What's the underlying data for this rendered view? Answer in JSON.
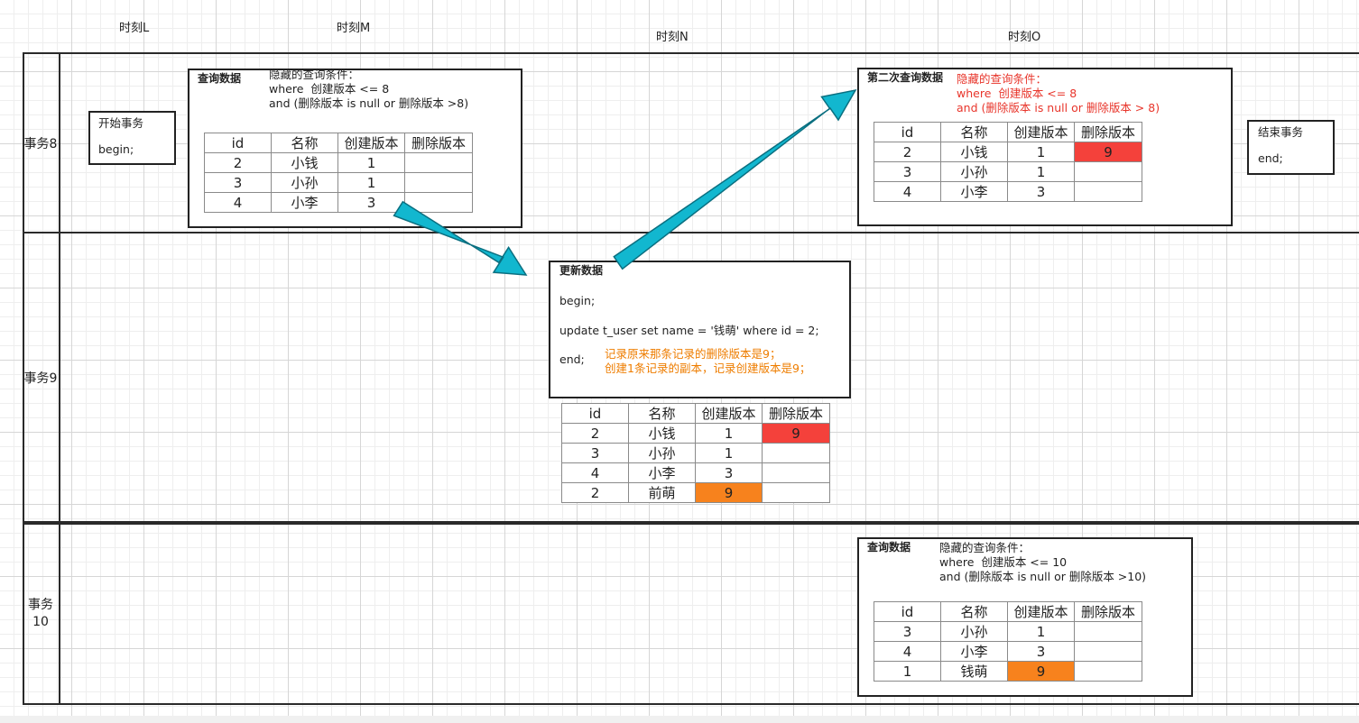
{
  "time_labels": {
    "L": "时刻L",
    "M": "时刻M",
    "N": "时刻N",
    "O": "时刻O"
  },
  "lanes": {
    "t8": "事务8",
    "t9": "事务9",
    "t10": "事务10"
  },
  "begin_box": {
    "title": "开始事务",
    "code": "begin;"
  },
  "end_box": {
    "title": "结束事务",
    "code": "end;"
  },
  "headers": [
    "id",
    "名称",
    "创建版本",
    "删除版本"
  ],
  "query1": {
    "title": "查询数据",
    "cond_title": "隐藏的查询条件：",
    "cond_line1": "where  创建版本 <= 8",
    "cond_line2": "and (删除版本 is null or 删除版本 >8)",
    "rows": [
      [
        "2",
        "小钱",
        "1",
        ""
      ],
      [
        "3",
        "小孙",
        "1",
        ""
      ],
      [
        "4",
        "小李",
        "3",
        ""
      ]
    ]
  },
  "update": {
    "title": "更新数据",
    "line1": "begin;",
    "line2": "update t_user set name = '钱萌' where id = 2;",
    "line3": "end;",
    "note1": "记录原来那条记录的删除版本是9；",
    "note2": "创建1条记录的副本，记录创建版本是9；",
    "rows": [
      [
        "2",
        "小钱",
        "1",
        "9"
      ],
      [
        "3",
        "小孙",
        "1",
        ""
      ],
      [
        "4",
        "小李",
        "3",
        ""
      ],
      [
        "2",
        "前萌",
        "9",
        ""
      ]
    ]
  },
  "query2": {
    "title": "第二次查询数据",
    "cond_title": "隐藏的查询条件：",
    "cond_line1": "where  创建版本 <= 8",
    "cond_line2": "and (删除版本 is null or 删除版本 > 8)",
    "rows": [
      [
        "2",
        "小钱",
        "1",
        "9"
      ],
      [
        "3",
        "小孙",
        "1",
        ""
      ],
      [
        "4",
        "小李",
        "3",
        ""
      ]
    ]
  },
  "query3": {
    "title": "查询数据",
    "cond_title": "隐藏的查询条件：",
    "cond_line1": "where  创建版本 <= 10",
    "cond_line2": "and (删除版本 is null or 删除版本 >10)",
    "rows": [
      [
        "3",
        "小孙",
        "1",
        ""
      ],
      [
        "4",
        "小李",
        "3",
        ""
      ],
      [
        "1",
        "钱萌",
        "9",
        ""
      ]
    ]
  },
  "colors": {
    "arrow_fill": "#12b7cf",
    "arrow_stroke": "#0a6f80",
    "highlight_red": "#f4413b",
    "highlight_orange": "#f7821d",
    "note_red": "#e8352b",
    "note_orange": "#ee7d00"
  }
}
